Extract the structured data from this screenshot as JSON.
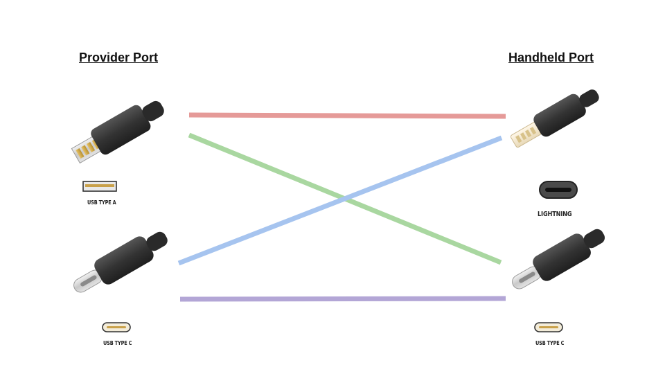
{
  "headings": {
    "provider": "Provider Port",
    "handheld": "Handheld Port"
  },
  "ports": {
    "usb_a": "USB TYPE A",
    "usb_c_left": "USB TYPE C",
    "lightning": "LIGHTNING",
    "usb_c_right": "USB TYPE C"
  },
  "colors": {
    "red": "#e59a98",
    "green": "#a9d7a0",
    "blue": "#a6c4ef",
    "purple": "#b3a6d6",
    "cable_body": "#3b3b3b"
  },
  "connections": [
    {
      "from": "USB TYPE A",
      "to": "LIGHTNING",
      "color": "red"
    },
    {
      "from": "USB TYPE A",
      "to": "USB TYPE C (Handheld)",
      "color": "green"
    },
    {
      "from": "USB TYPE C (Provider)",
      "to": "LIGHTNING",
      "color": "blue"
    },
    {
      "from": "USB TYPE C (Provider)",
      "to": "USB TYPE C (Handheld)",
      "color": "purple"
    }
  ]
}
